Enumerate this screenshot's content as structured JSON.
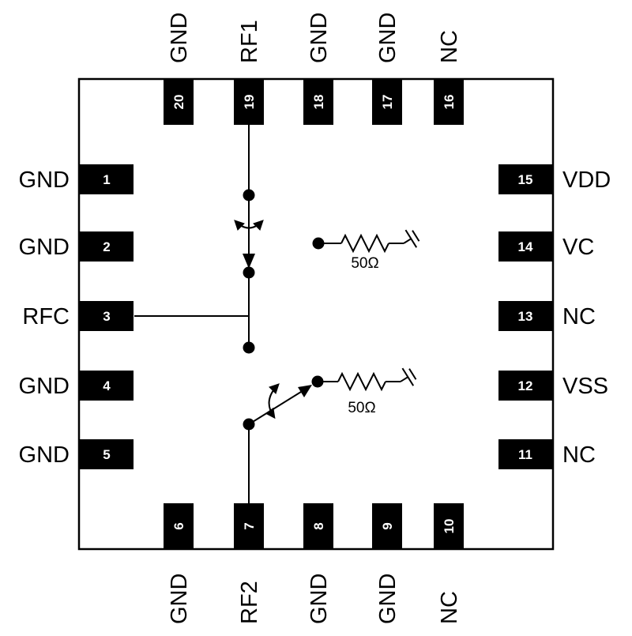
{
  "pins": {
    "top": [
      {
        "number": "20",
        "label": "GND"
      },
      {
        "number": "19",
        "label": "RF1"
      },
      {
        "number": "18",
        "label": "GND"
      },
      {
        "number": "17",
        "label": "GND"
      },
      {
        "number": "16",
        "label": "NC"
      }
    ],
    "left": [
      {
        "number": "1",
        "label": "GND"
      },
      {
        "number": "2",
        "label": "GND"
      },
      {
        "number": "3",
        "label": "RFC"
      },
      {
        "number": "4",
        "label": "GND"
      },
      {
        "number": "5",
        "label": "GND"
      }
    ],
    "right": [
      {
        "number": "15",
        "label": "VDD"
      },
      {
        "number": "14",
        "label": "VC"
      },
      {
        "number": "13",
        "label": "NC"
      },
      {
        "number": "12",
        "label": "VSS"
      },
      {
        "number": "11",
        "label": "NC"
      }
    ],
    "bottom": [
      {
        "number": "6",
        "label": "GND"
      },
      {
        "number": "7",
        "label": "RF2"
      },
      {
        "number": "8",
        "label": "GND"
      },
      {
        "number": "9",
        "label": "GND"
      },
      {
        "number": "10",
        "label": "NC"
      }
    ]
  },
  "schematic": {
    "termination_top_label": "50Ω",
    "termination_bottom_label": "50Ω"
  },
  "colors": {
    "pin_fill": "#000000",
    "pin_number": "#ffffff",
    "line": "#000000",
    "background": "#ffffff"
  }
}
